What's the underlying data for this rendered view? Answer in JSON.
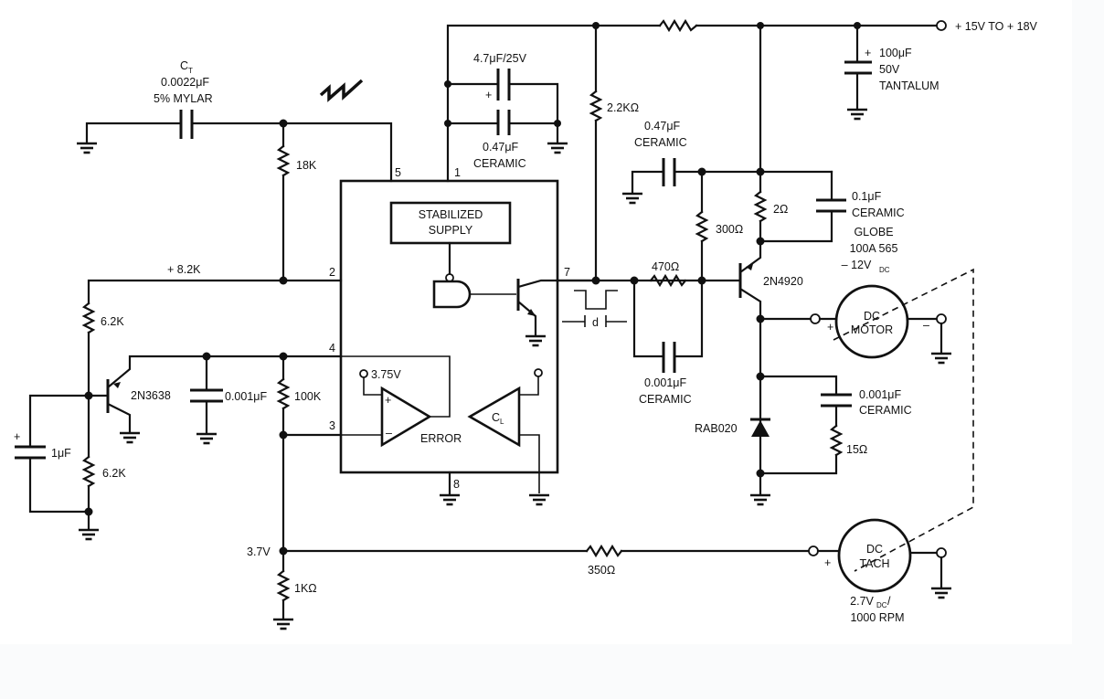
{
  "diagram": {
    "type": "circuit schematic",
    "supply": {
      "label": "+ 15V TO  + 18V"
    },
    "ic": {
      "blocks": {
        "stabilized_supply_line1": "STABILIZED",
        "stabilized_supply_line2": "SUPPLY",
        "error_amp": "ERROR",
        "error_ref": "3.75V",
        "current_limit": "C",
        "current_limit_sub": "L"
      },
      "pins": {
        "p1": "1",
        "p2": "2",
        "p3": "3",
        "p4": "4",
        "p5": "5",
        "p7": "7",
        "p8": "8"
      }
    },
    "components": {
      "ct_name": "C",
      "ct_sub": "T",
      "ct_value": "0.0022μF",
      "ct_type": "5% MYLAR",
      "r18k": "18K",
      "c47u": "4.7μF/25V",
      "c047_top_value": "0.47μF",
      "c047_top_type": "CERAMIC",
      "r2k2": "2.2KΩ",
      "c047_right_value": "0.47μF",
      "c047_right_type": "CERAMIC",
      "c100u_value": "100μF",
      "c100u_voltage": "50V",
      "c100u_type": "TANTALUM",
      "plus": "+",
      "minus": "–",
      "r300": "300Ω",
      "r2ohm": "2Ω",
      "c01u_value": "0.1μF",
      "c01u_type": "CERAMIC",
      "motor_spec1": "GLOBE",
      "motor_spec2": "100A 565",
      "motor_spec3": "– 12V",
      "motor_spec3_sub": "DC",
      "q_power": "2N4920",
      "r470": "470Ω",
      "c001_mid_value": "0.001μF",
      "c001_mid_type": "CERAMIC",
      "motor_line1": "DC",
      "motor_line2": "MOTOR",
      "c001_snub_value": "0.001μF",
      "c001_snub_type": "CERAMIC",
      "diode": "RAB020",
      "r15": "15Ω",
      "node_82": "+ 8.2K",
      "r62k_top": "6.2K",
      "r62k_bottom": "6.2K",
      "q_small": "2N3638",
      "c001_left": "0.001μF",
      "r100k": "100K",
      "c1u": "1μF",
      "node_37": "3.7V",
      "r1k": "1KΩ",
      "r350": "350Ω",
      "tach_line1": "DC",
      "tach_line2": "TACH",
      "tach_spec1": "2.7V",
      "tach_spec1_sub": "DC",
      "tach_spec1_tail": "/",
      "tach_spec2": "1000 RPM",
      "pulse_width": "d"
    }
  }
}
